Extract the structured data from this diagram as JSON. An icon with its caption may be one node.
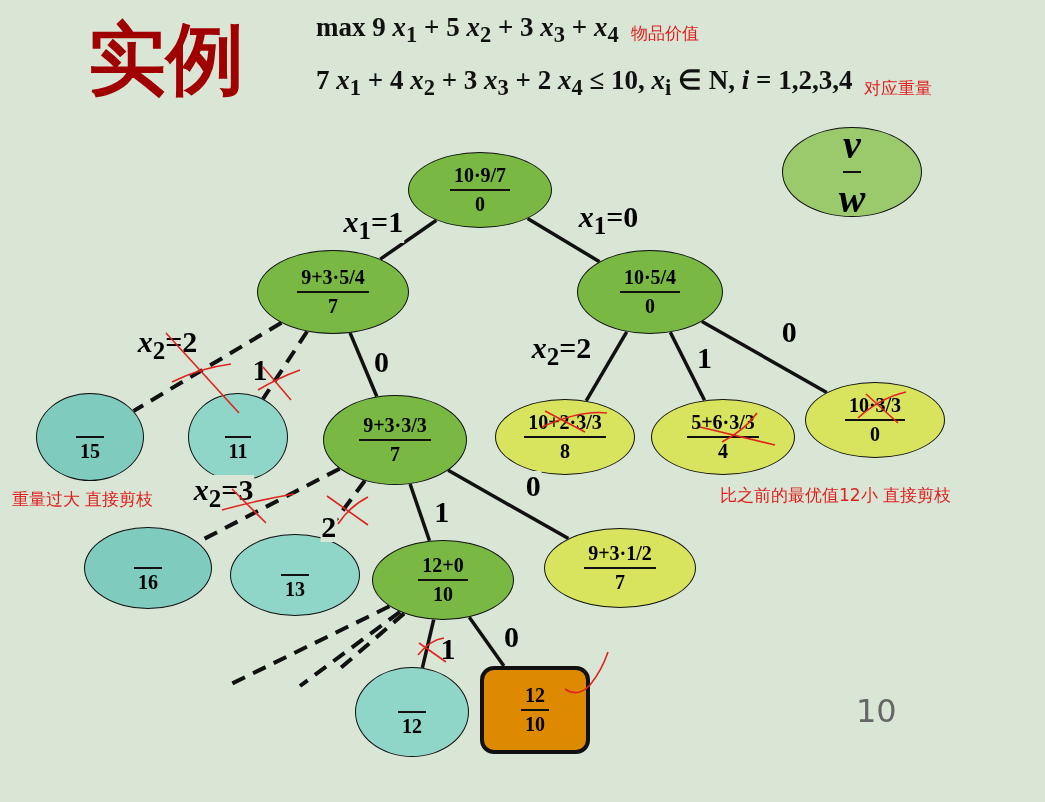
{
  "diagram": {
    "title": "实例",
    "nodes": [
      {
        "text": [
          "10·9/7",
          "0"
        ]
      },
      {
        "text": [
          "9+3·5/4",
          "7"
        ]
      },
      {
        "text": [
          "10·5/4",
          "0"
        ]
      },
      {
        "text": [
          "15"
        ]
      },
      {
        "text": [
          "11"
        ]
      },
      {
        "text": [
          "9+3·3/3",
          "7"
        ]
      },
      {
        "text": [
          "10+2·3/3",
          "8"
        ]
      },
      {
        "text": [
          "5+6·3/3",
          "4"
        ]
      },
      {
        "text": [
          "10·3/3",
          "0"
        ]
      },
      {
        "text": [
          "16"
        ]
      },
      {
        "text": [
          "13"
        ]
      },
      {
        "text": [
          "12+0",
          "10"
        ]
      },
      {
        "text": [
          "9+3·1/2",
          "7"
        ]
      },
      {
        "text": [
          "12"
        ]
      },
      {
        "text": [
          "12",
          "10"
        ]
      },
      {
        "text": [
          "v",
          "w"
        ]
      }
    ],
    "edges": [
      {
        "from": 0,
        "to": 1,
        "arrow": "none",
        "label": "*x*$_{1}$=1"
      },
      {
        "from": 0,
        "to": 2,
        "arrow": "none",
        "label": "*x*$_{1}$=0"
      },
      {
        "from": 1,
        "to": 3,
        "arrow": "none",
        "label": "*x*$_{2}$=2",
        "style": "dashed"
      },
      {
        "from": 1,
        "to": 4,
        "arrow": "none",
        "label": "1",
        "style": "dashed"
      },
      {
        "from": 1,
        "to": 5,
        "arrow": "none",
        "label": "0"
      },
      {
        "from": 2,
        "to": 6,
        "arrow": "none",
        "label": "*x*$_{2}$=2"
      },
      {
        "from": 2,
        "to": 7,
        "arrow": "none",
        "label": "1"
      },
      {
        "from": 2,
        "to": 8,
        "arrow": "none",
        "label": "0"
      },
      {
        "from": 5,
        "to": 9,
        "arrow": "none",
        "label": "*x*$_{2}$=3",
        "style": "dashed"
      },
      {
        "from": 5,
        "to": 10,
        "arrow": "none",
        "label": "2",
        "style": "dashed"
      },
      {
        "from": 5,
        "to": 11,
        "arrow": "none",
        "label": "1"
      },
      {
        "from": 5,
        "to": 12,
        "arrow": "none",
        "label": "0"
      },
      {
        "from": 11,
        "to": 13,
        "arrow": "none",
        "label": "1"
      },
      {
        "from": 11,
        "to": 14,
        "arrow": "none",
        "label": "0"
      },
      {
        "from": 11,
        "to": null,
        "arrow": "none",
        "style": "dashed"
      },
      {
        "from": 11,
        "to": null,
        "arrow": "none",
        "style": "dashed"
      },
      {
        "from": 11,
        "to": null,
        "arrow": "none",
        "style": "dashed"
      }
    ],
    "labels": [
      "max 9 *x*$_{1}$ + 5 *x*$_{2}$ + 3 *x*$_{3}$ + *x*$_{4}$",
      "物品价值",
      "7 *x*$_{1}$ + 4 *x*$_{2}$ + 3 *x*$_{3}$ + 2 *x*$_{4}$ ≤ 10,  *x*$_{i}$ ∈ N, *i* = 1,2,3,4",
      "对应重量",
      "重量过大 直接剪枝",
      "比之前的最优值12小 直接剪枝",
      "10"
    ]
  }
}
